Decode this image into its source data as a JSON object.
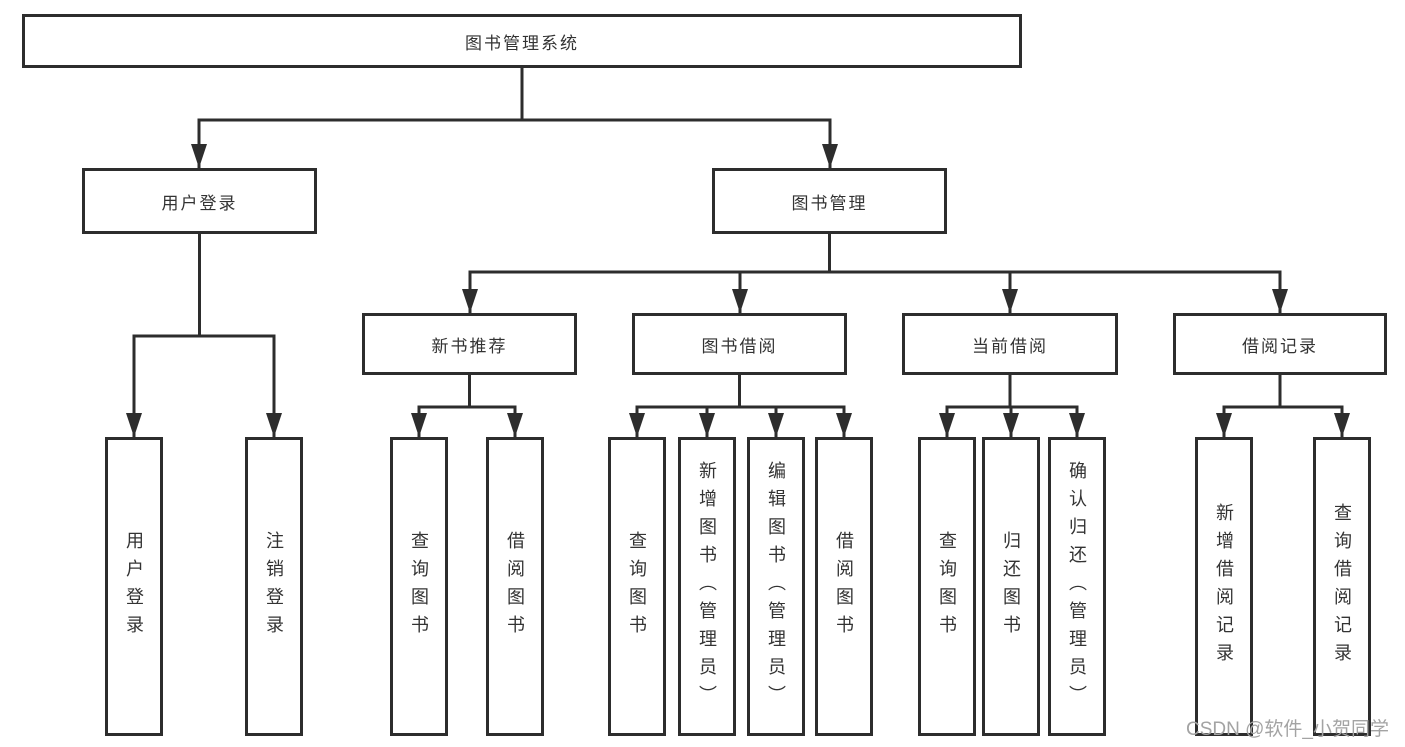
{
  "tree": {
    "root": "图书管理系统",
    "level2": [
      {
        "label": "用户登录"
      },
      {
        "label": "图书管理"
      }
    ],
    "level3": [
      {
        "label": "新书推荐"
      },
      {
        "label": "图书借阅"
      },
      {
        "label": "当前借阅"
      },
      {
        "label": "借阅记录"
      }
    ],
    "level4": [
      [
        "用户登录",
        "注销登录"
      ],
      [
        "查询图书",
        "借阅图书"
      ],
      [
        "查询图书",
        "新增图书（管理员）",
        "编辑图书（管理员）",
        "借阅图书"
      ],
      [
        "查询图书",
        "归还图书",
        "确认归还（管理员）"
      ],
      [
        "新增借阅记录",
        "查询借阅记录"
      ]
    ]
  },
  "watermark": {
    "text": "CSDN @软件_小贺同学"
  },
  "colors": {
    "line": "#2d2d2d",
    "box_border": "#2d2d2d",
    "text": "#333333",
    "watermark": "#a3a3a3",
    "background": "#ffffff"
  }
}
